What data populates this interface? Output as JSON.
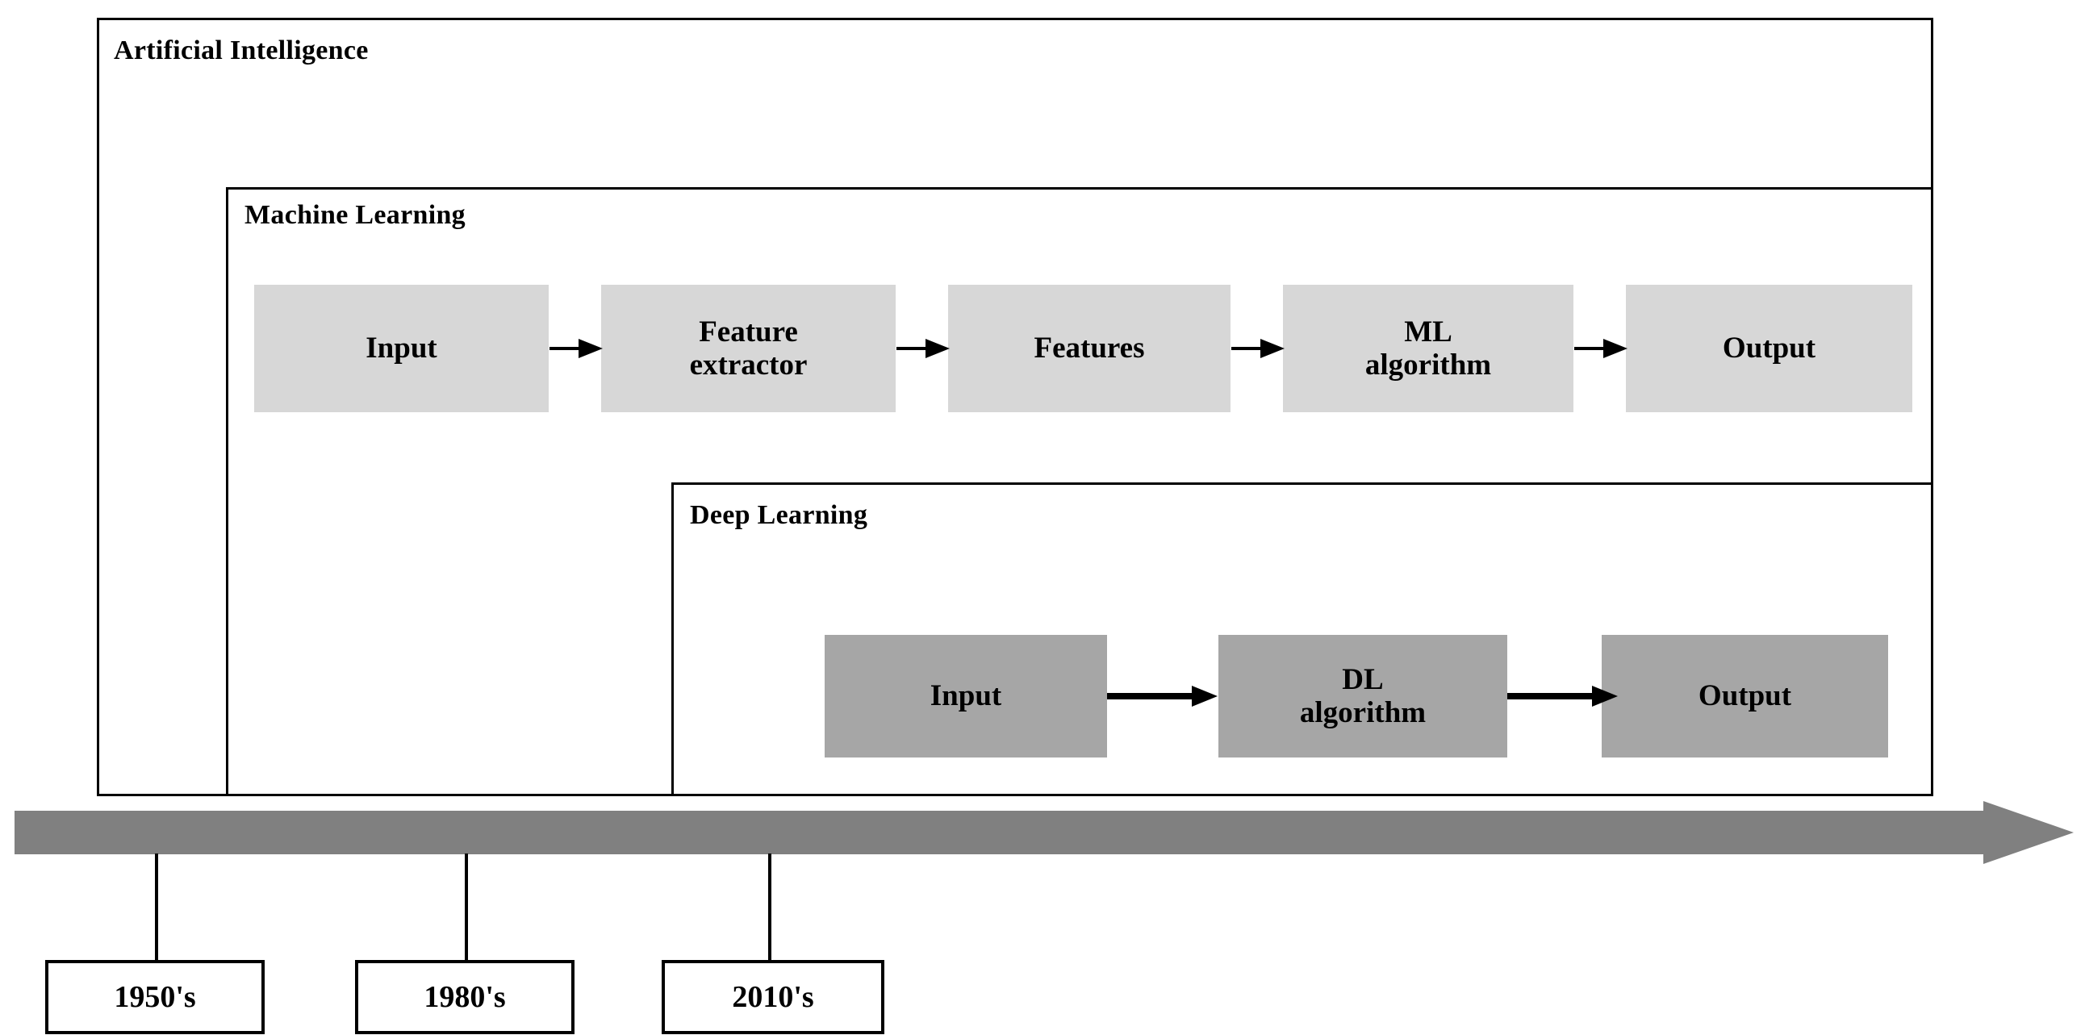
{
  "figure": {
    "title": "Artificial Intelligence / Machine Learning / Deep Learning timeline",
    "colors": {
      "ml_node_fill": "#d7d7d7",
      "dl_node_fill": "#a6a6a6",
      "timeline_fill": "#808080",
      "border": "#000000",
      "background": "#ffffff"
    }
  },
  "containers": {
    "ai": {
      "label": "Artificial Intelligence"
    },
    "ml": {
      "label": "Machine Learning"
    },
    "dl": {
      "label": "Deep Learning"
    }
  },
  "ml_pipeline": {
    "nodes": [
      {
        "label": "Input"
      },
      {
        "label": "Feature\nextractor",
        "line1": "Feature",
        "line2": "extractor"
      },
      {
        "label": "Features"
      },
      {
        "label": "ML\nalgorithm",
        "line1": "ML",
        "line2": "algorithm"
      },
      {
        "label": "Output"
      }
    ],
    "arrows": [
      "arrow-right",
      "arrow-right",
      "arrow-right",
      "arrow-right"
    ]
  },
  "dl_pipeline": {
    "nodes": [
      {
        "label": "Input"
      },
      {
        "label": "DL\nalgorithm",
        "line1": "DL",
        "line2": "algorithm"
      },
      {
        "label": "Output"
      }
    ],
    "arrows": [
      "arrow-right",
      "arrow-right"
    ]
  },
  "timeline": {
    "direction": "arrow-right",
    "milestones": [
      {
        "label": "1950's",
        "maps_to": "Artificial Intelligence"
      },
      {
        "label": "1980's",
        "maps_to": "Machine Learning"
      },
      {
        "label": "2010's",
        "maps_to": "Deep Learning"
      }
    ]
  }
}
